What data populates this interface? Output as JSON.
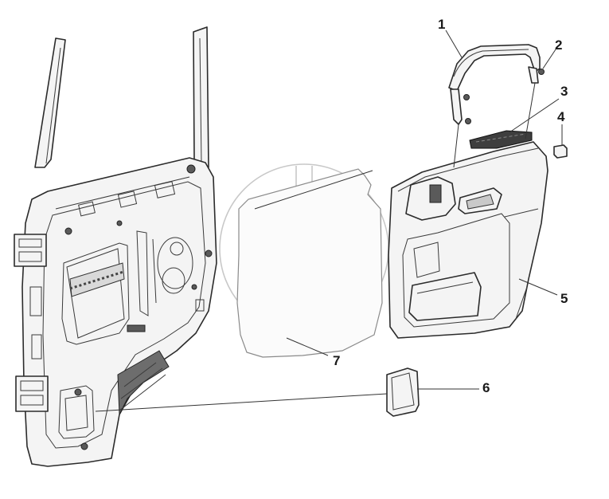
{
  "diagram": {
    "callouts": [
      {
        "id": "1",
        "label": "1"
      },
      {
        "id": "2",
        "label": "2"
      },
      {
        "id": "3",
        "label": "3"
      },
      {
        "id": "4",
        "label": "4"
      },
      {
        "id": "5",
        "label": "5"
      },
      {
        "id": "6",
        "label": "6"
      },
      {
        "id": "7",
        "label": "7"
      }
    ],
    "colors": {
      "line": "#2b2b2b",
      "watermark": "#c8c8c8",
      "background": "#ffffff"
    }
  }
}
